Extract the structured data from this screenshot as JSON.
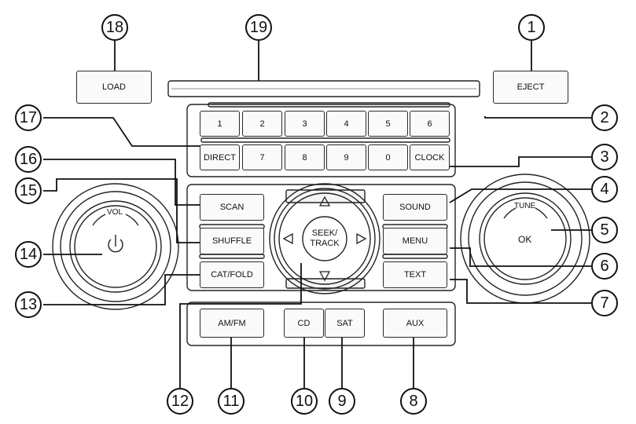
{
  "buttons": {
    "load": "LOAD",
    "eject": "EJECT",
    "preset_1": "1",
    "preset_2": "2",
    "preset_3": "3",
    "preset_4": "4",
    "preset_5": "5",
    "preset_6": "6",
    "direct": "DIRECT",
    "preset_7": "7",
    "preset_8": "8",
    "preset_9": "9",
    "preset_0": "0",
    "clock": "CLOCK",
    "scan": "SCAN",
    "shuffle": "SHUFFLE",
    "cat_fold": "CAT/FOLD",
    "sound": "SOUND",
    "menu": "MENU",
    "text": "TEXT",
    "am_fm": "AM/FM",
    "cd": "CD",
    "sat": "SAT",
    "aux": "AUX"
  },
  "seek_track": {
    "line1": "SEEK/",
    "line2": "TRACK"
  },
  "knobs": {
    "volume_label": "VOL",
    "tune_label": "TUNE",
    "ok_label": "OK"
  },
  "icons": {
    "power": "power-icon",
    "arrow_up": "triangle-up-icon",
    "arrow_down": "triangle-down-icon",
    "arrow_left": "triangle-left-icon",
    "arrow_right": "triangle-right-icon"
  },
  "callouts": [
    "1",
    "2",
    "3",
    "4",
    "5",
    "6",
    "7",
    "8",
    "9",
    "10",
    "11",
    "12",
    "13",
    "14",
    "15",
    "16",
    "17",
    "18",
    "19"
  ]
}
